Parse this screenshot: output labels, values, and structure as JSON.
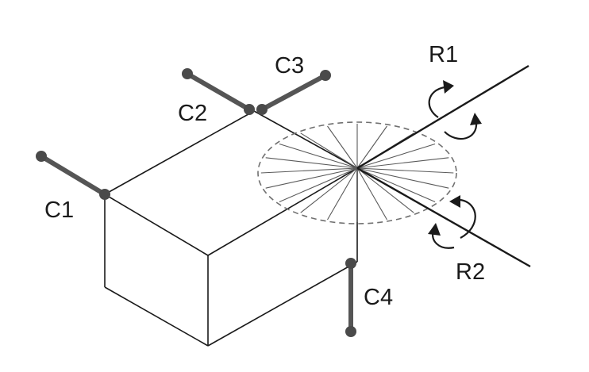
{
  "labels": {
    "c1": "C1",
    "c2": "C2",
    "c3": "C3",
    "c4": "C4",
    "r1": "R1",
    "r2": "R2"
  },
  "colors": {
    "line": "#1a1a1a",
    "constraint": "#555555",
    "dashed_circle": "#707070"
  }
}
